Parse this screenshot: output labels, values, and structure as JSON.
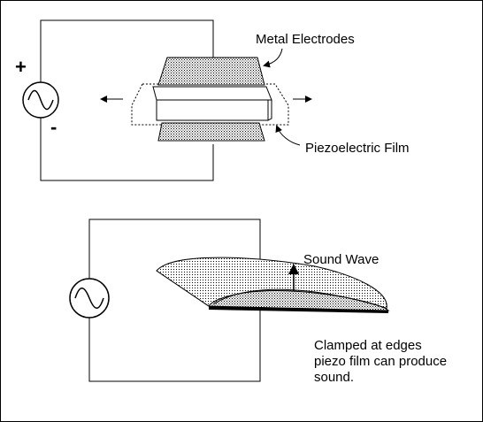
{
  "diagram": {
    "top": {
      "plus_symbol": "+",
      "minus_symbol": "-",
      "electrodes_label": "Metal Electrodes",
      "film_label": "Piezoelectric Film"
    },
    "bottom": {
      "sound_label": "Sound Wave",
      "caption_lines": [
        "Clamped at edges",
        "piezo film can produce",
        "sound."
      ]
    }
  },
  "colors": {
    "line": "#000000",
    "stipple": "#000000",
    "background": "#ffffff"
  }
}
